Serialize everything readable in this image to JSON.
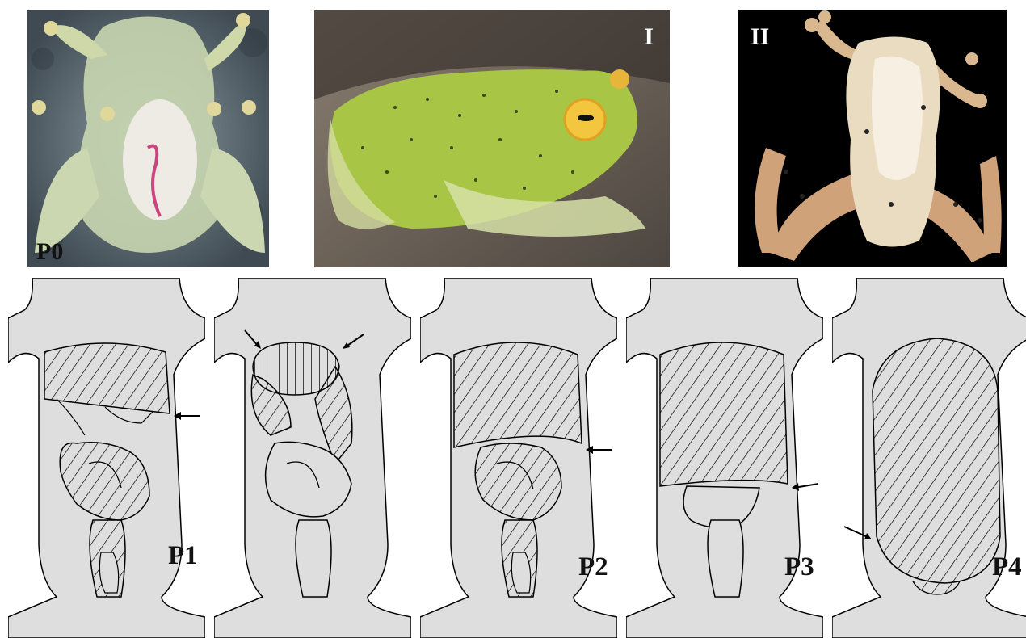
{
  "photos": [
    {
      "id": "p0",
      "label": "P0",
      "label_color": "#111111"
    },
    {
      "id": "i",
      "label": "I",
      "label_color": "#ffffff"
    },
    {
      "id": "ii",
      "label": "II",
      "label_color": "#ffffff"
    }
  ],
  "diagrams": [
    {
      "id": "p1",
      "label": "P1"
    },
    {
      "id": "p2",
      "label": "P2"
    },
    {
      "id": "p3",
      "label": "P3"
    },
    {
      "id": "p4",
      "label": "P4"
    }
  ],
  "colors": {
    "body_fill": "#dedede",
    "outline": "#000000",
    "photo_bg_p0": "#5a6870",
    "photo_bg_i": "#6b6258",
    "photo_bg_ii": "#000000"
  }
}
